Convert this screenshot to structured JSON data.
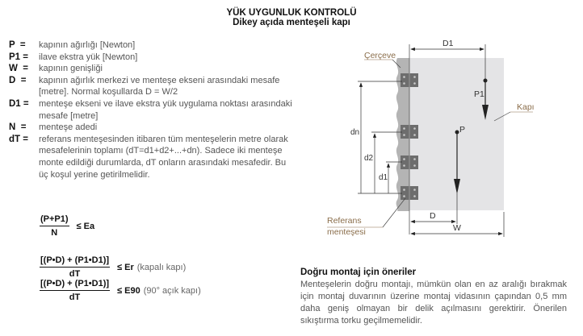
{
  "header": {
    "title": "YÜK UYGUNLUK KONTROLÜ",
    "subtitle": "Dikey açıda menteşeli kapı"
  },
  "definitions": [
    {
      "symbol": "P  =",
      "text": "kapının ağırlığı [Newton]"
    },
    {
      "symbol": "P1 =",
      "text": "ilave ekstra yük [Newton]"
    },
    {
      "symbol": "W  =",
      "text": "kapının genişliği"
    },
    {
      "symbol": "D  =",
      "text": "kapının ağırlık merkezi ve menteşe ekseni arasındaki mesafe [metre]. Normal koşullarda D = W/2"
    },
    {
      "symbol": "D1 =",
      "text": "menteşe ekseni ve ilave ekstra yük uygulama noktası arasındaki mesafe [metre]"
    },
    {
      "symbol": "N  =",
      "text": "menteşe adedi"
    },
    {
      "symbol": "dT =",
      "text": "referans menteşesinden itibaren tüm menteşelerin metre olarak mesafelerinin toplamı (dT=d1+d2+...+dn). Sadece iki menteşe monte edildiği durumlarda, dT onların arasındaki mesafedir. Bu üç koşul yerine getirilmelidir."
    }
  ],
  "formulas": [
    {
      "numerator": "(P+P1)",
      "denominator": "N",
      "relation": "≤ Ea",
      "note": ""
    },
    {
      "numerator": "[(P•D) + (P1•D1)]",
      "denominator": "dT",
      "relation": "≤ Er",
      "note": "(kapalı kapı)"
    },
    {
      "numerator": "[(P•D) + (P1•D1)]",
      "denominator": "dT",
      "relation": "≤ E90",
      "note": "(90° açık kapı)"
    }
  ],
  "diagram": {
    "labels": {
      "frame": "Çerçeve",
      "door": "Kapı",
      "reference_hinge_line1": "Referans",
      "reference_hinge_line2": "menteşesi",
      "D1": "D1",
      "P1": "P1",
      "P": "P",
      "D": "D",
      "W": "W",
      "dn": "dn",
      "d2": "d2",
      "d1": "d1"
    },
    "colors": {
      "door_fill": "#e4e4e6",
      "frame_fill": "#b4b4b4",
      "hinge_fill": "#6d6d6d",
      "label_color": "#8a6d4a"
    }
  },
  "recommendations": {
    "title": "Doğru montaj için öneriler",
    "text": "Menteşelerin doğru montajı, mümkün olan en az aralığı bırakmak için montaj duvarının üzerine montaj vidasının çapından 0,5 mm daha geniş olmayan bir delik açılmasını gerektirir. Önerilen sıkıştırma torku geçilmemelidir."
  }
}
